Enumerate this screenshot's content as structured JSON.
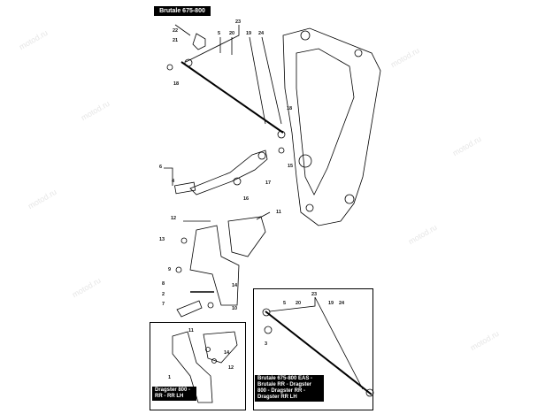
{
  "title": "Brutale 675-800",
  "watermark": "motod.ru",
  "callouts": {
    "main": [
      "23",
      "22",
      "21",
      "5",
      "20",
      "19",
      "24",
      "18",
      "18",
      "6",
      "4",
      "16",
      "17",
      "15",
      "12",
      "11",
      "13",
      "9",
      "8",
      "2",
      "7",
      "10",
      "14"
    ],
    "inset_a": [
      "11",
      "14",
      "12",
      "1"
    ],
    "inset_b": [
      "23",
      "5",
      "20",
      "19",
      "24",
      "3"
    ]
  },
  "captions": {
    "inset_a": "Dragster 800 - RR - RR LH",
    "inset_b": "Brutale 675-800 EAS - Brutale RR - Dragster 800 - Dragster RR - Dragster RR LH"
  },
  "colors": {
    "line": "#000000",
    "watermark": "#e6e6e6"
  }
}
